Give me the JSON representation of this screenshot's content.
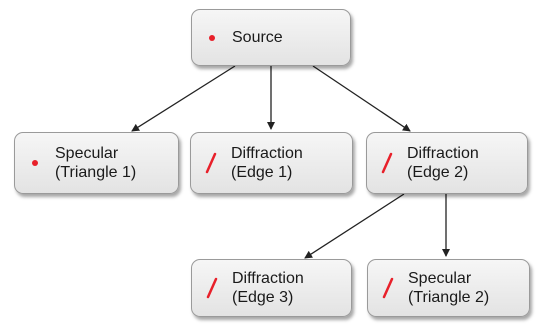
{
  "colors": {
    "accent": "#e8202a",
    "node_fill": "#ececec",
    "node_border": "#9a9a9a",
    "edge": "#222222"
  },
  "nodes": {
    "source": {
      "icon": "point-icon",
      "lines": [
        "Source"
      ]
    },
    "specular1": {
      "icon": "point-icon",
      "lines": [
        "Specular",
        "(Triangle 1)"
      ]
    },
    "diff1": {
      "icon": "edge-icon",
      "lines": [
        "Diffraction",
        "(Edge 1)"
      ]
    },
    "diff2": {
      "icon": "edge-icon",
      "lines": [
        "Diffraction",
        "(Edge 2)"
      ]
    },
    "diff3": {
      "icon": "edge-icon",
      "lines": [
        "Diffraction",
        "(Edge 3)"
      ]
    },
    "specular2": {
      "icon": "edge-icon",
      "lines": [
        "Specular",
        "(Triangle 2)"
      ]
    }
  },
  "edges": [
    [
      "source",
      "specular1"
    ],
    [
      "source",
      "diff1"
    ],
    [
      "source",
      "diff2"
    ],
    [
      "diff2",
      "diff3"
    ],
    [
      "diff2",
      "specular2"
    ]
  ]
}
